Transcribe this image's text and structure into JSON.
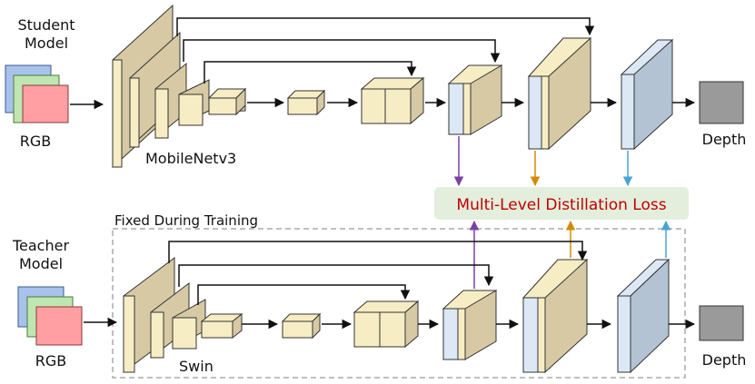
{
  "student": {
    "title_line1": "Student",
    "title_line2": "Model",
    "input_label": "RGB",
    "encoder_label": "MobileNetv3",
    "output_label": "Depth"
  },
  "teacher": {
    "title_line1": "Teacher",
    "title_line2": "Model",
    "input_label": "RGB",
    "encoder_label": "Swin",
    "output_label": "Depth",
    "frame_label": "Fixed During Training"
  },
  "loss": {
    "label": "Multi-Level Distillation Loss"
  },
  "colors": {
    "encoder_block": "#f7edc4",
    "encoder_block_dark": "#d6c9a4",
    "decoder_blue": "#dce8f5",
    "decoder_grey": "#b3c3d3",
    "depth_box": "#9a9a9a",
    "rgb_red": "#ff9fa4",
    "rgb_green": "#bfe6b0",
    "rgb_blue": "#a9c2ec",
    "loss_box": "#e3efdc",
    "loss_text": "#c00000",
    "arrow_purple": "#7b3fa6",
    "arrow_orange": "#d48a00",
    "arrow_blue": "#4aa3d6"
  }
}
